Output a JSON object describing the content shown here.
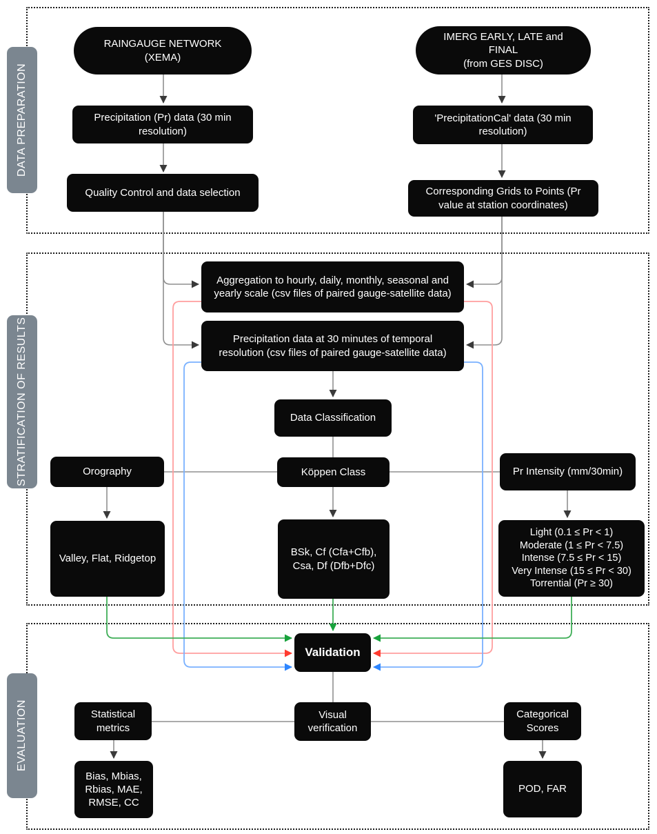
{
  "sections": {
    "data_preparation": {
      "label": "DATA PREPARATION"
    },
    "stratification": {
      "label": "STRATIFICATION OF RESULTS"
    },
    "evaluation": {
      "label": "EVALUATION"
    }
  },
  "nodes": {
    "raingauge": "RAINGAUGE NETWORK (XEMA)",
    "imerg": "IMERG EARLY, LATE and FINAL\n(from GES DISC)",
    "pr_data": "Precipitation (Pr) data (30 min\nresolution)",
    "prcal_data": "'PrecipitationCal' data (30 min\nresolution)",
    "quality_control": "Quality Control and data selection",
    "grids_to_points": "Corresponding Grids to Points (Pr\nvalue at station coordinates)",
    "aggregation": "Aggregation to hourly, daily, monthly, seasonal and\nyearly scale (csv files of paired gauge-satellite data)",
    "pr_30min": "Precipitation data at 30 minutes of temporal\nresolution (csv files of paired gauge-satellite data)",
    "data_classification": "Data Classification",
    "orography": "Orography",
    "koppen": "Köppen Class",
    "pr_intensity": "Pr Intensity (mm/30min)",
    "orography_classes": "Valley, Flat, Ridgetop",
    "koppen_classes": "BSk, Cf (Cfa+Cfb),\nCsa, Df (Dfb+Dfc)",
    "intensity_classes": "Light (0.1 ≤ Pr < 1)\nModerate (1 ≤ Pr < 7.5)\nIntense (7.5 ≤ Pr < 15)\nVery Intense (15 ≤ Pr < 30)\nTorrential (Pr ≥ 30)",
    "validation": "Validation",
    "statistical_metrics": "Statistical\nmetrics",
    "visual_verification": "Visual\nverification",
    "categorical_scores": "Categorical\nScores",
    "statistical_list": "Bias, Mbias,\nRbias, MAE,\nRMSE, CC",
    "categorical_list": "POD, FAR"
  },
  "colors": {
    "node_bg": "#0a0a0a",
    "node_text": "#ffffff",
    "section_label_bg": "#7b8690",
    "edge_gray": "#8f8f8f",
    "edge_green": "#3fae57",
    "edge_red": "#ff9e9e",
    "edge_blue": "#79b1ff",
    "arrow_gray": "#3a3a3a",
    "arrow_green": "#18a23c",
    "arrow_red": "#ff3b30",
    "arrow_blue": "#2e86ff"
  }
}
